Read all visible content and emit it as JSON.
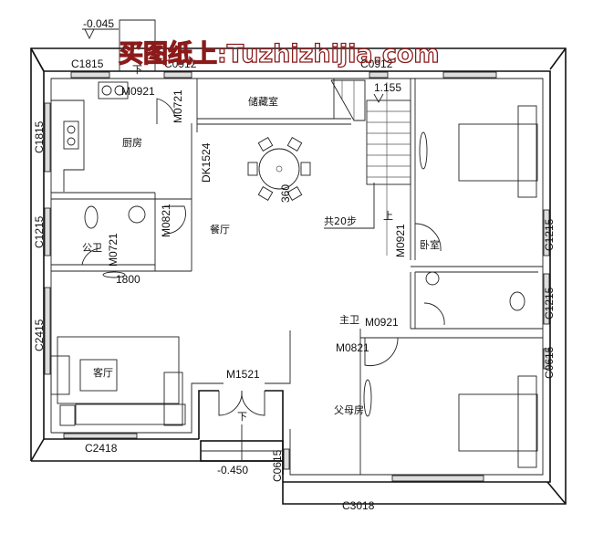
{
  "watermark": "买图纸上:Tuzhizhijia.com",
  "elevations": {
    "top": "-0.045",
    "stair": "1.155",
    "entry": "-0.450"
  },
  "rooms": {
    "kitchen": "厨房",
    "storage": "储藏室",
    "dining": "餐厅",
    "bedroom": "卧室",
    "public_bath": "公卫",
    "living": "客厅",
    "master_bath": "主卫",
    "parents_room": "父母房"
  },
  "windows": {
    "w_top_left": "C1815",
    "w_top_mid": "C0912",
    "w_top_right": "C0912",
    "w_left_kitchen": "C1815",
    "w_left_bath": "C1215",
    "w_left_living": "C2415",
    "w_bottom_living": "C2418",
    "w_right_bed": "C1215",
    "w_right_bath": "C1215",
    "w_right_parents": "C0615",
    "w_parents_left": "C0615",
    "w_bottom_parents": "C3018"
  },
  "doors": {
    "d_kitchen": "M0921",
    "d_kitchen2": "M0721",
    "d_dining": "DK1524",
    "d_bath": "M0821",
    "d_bath2": "M0721",
    "d_bed": "M0921",
    "d_parents": "M0921",
    "d_master_bath": "M0821",
    "d_entry": "M1521"
  },
  "annotations": {
    "stair_width": "360",
    "stair_steps": "共20步",
    "up": "上",
    "down_top": "下",
    "down_entry": "下",
    "tv_width": "1800"
  }
}
